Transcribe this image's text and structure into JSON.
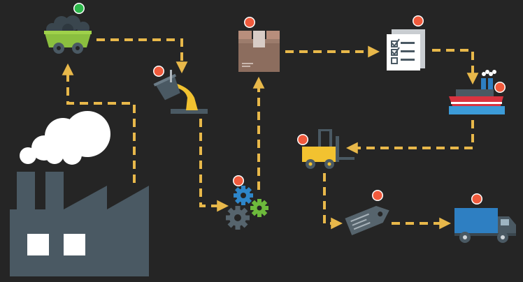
{
  "colors": {
    "background": "#252525",
    "arrow": "#E8B84A",
    "dot_active": "#2DB84B",
    "dot_pending": "#F05A3C",
    "dot_ring": "#FFFFFF",
    "factory": "#4A5963",
    "smoke": "#FFFFFF"
  },
  "nodes": [
    {
      "id": "factory",
      "icon": "factory-icon",
      "status": "none"
    },
    {
      "id": "mine-cart",
      "icon": "mine-cart-icon",
      "status": "active"
    },
    {
      "id": "smelting",
      "icon": "ladle-pour-icon",
      "status": "pending"
    },
    {
      "id": "gears",
      "icon": "gears-icon",
      "status": "pending"
    },
    {
      "id": "package",
      "icon": "cardboard-box-icon",
      "status": "pending"
    },
    {
      "id": "checklist",
      "icon": "checklist-icon",
      "status": "pending"
    },
    {
      "id": "ship",
      "icon": "cargo-ship-icon",
      "status": "pending"
    },
    {
      "id": "forklift",
      "icon": "forklift-icon",
      "status": "pending"
    },
    {
      "id": "price-tag",
      "icon": "price-tag-icon",
      "status": "pending"
    },
    {
      "id": "delivery-truck",
      "icon": "delivery-truck-icon",
      "status": "pending"
    }
  ]
}
